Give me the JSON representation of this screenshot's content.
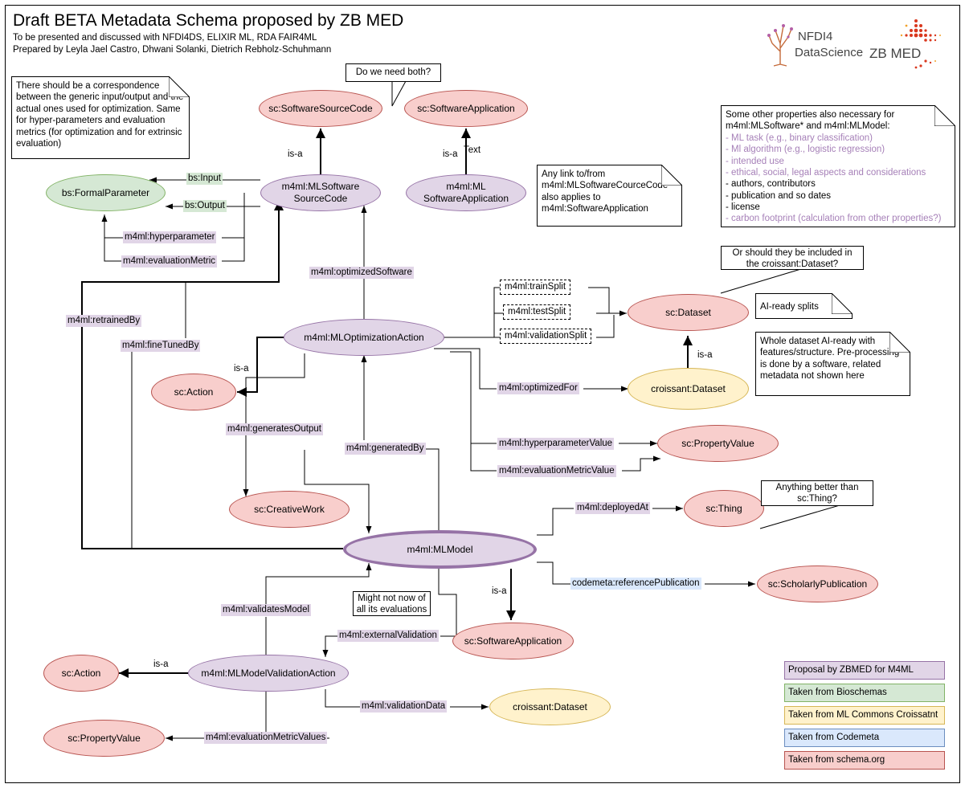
{
  "header": {
    "title": "Draft BETA Metadata Schema proposed by ZB MED",
    "subtitle1": "To be presented and discussed with NFDI4DS, ELIXIR ML, RDA FAIR4ML",
    "subtitle2": "Prepared by Leyla Jael Castro, Dhwani Solanki, Dietrich Rebholz-Schuhmann"
  },
  "logos": {
    "nfdi_line1": "NFDI4",
    "nfdi_line2": "DataScience",
    "zbmed": "ZB MED"
  },
  "colors": {
    "proposal_zbmed": "#e1d5e7",
    "bioschemas": "#d5e8d4",
    "croissant": "#fff2cc",
    "codemeta": "#dae8fc",
    "schemaorg": "#f8cecc"
  },
  "nodes": {
    "source_code": "sc:SoftwareSourceCode",
    "software_app_top": "sc:SoftwareApplication",
    "formal_parameter": "bs:FormalParameter",
    "ml_software_source_code": "m4ml:MLSoftware SourceCode",
    "ml_software_application": "m4ml:ML SoftwareApplication",
    "optimization_action": "m4ml:MLOptimizationAction",
    "action_mid": "sc:Action",
    "dataset": "sc:Dataset",
    "croissant_dataset_mid": "croissant:Dataset",
    "property_value_mid": "sc:PropertyValue",
    "creative_work": "sc:CreativeWork",
    "thing": "sc:Thing",
    "ml_model": "m4ml:MLModel",
    "scholarly_publication": "sc:ScholarlyPublication",
    "software_app_bottom": "sc:SoftwareApplication",
    "action_bottom": "sc:Action",
    "validation_action": "m4ml:MLModelValidationAction",
    "croissant_dataset_bottom": "croissant:Dataset",
    "property_value_bottom": "sc:PropertyValue"
  },
  "edges": {
    "is_a": "is-a",
    "text": "Text",
    "bs_input": "bs:Input",
    "bs_output": "bs:Output",
    "hyperparameter": "m4ml:hyperparameter",
    "evaluation_metric": "m4ml:evaluationMetric",
    "optimized_software": "m4ml:optimizedSoftware",
    "retrained_by": "m4ml:retrainedBy",
    "fine_tuned_by": "m4ml:fineTunedBy",
    "train_split": "m4ml:trainSplit",
    "test_split": "m4ml:testSplit",
    "validation_split": "m4ml:validationSplit",
    "optimized_for": "m4ml:optimizedFor",
    "generates_output": "m4ml:generatesOutput",
    "generated_by": "m4ml:generatedBy",
    "hyperparameter_value": "m4ml:hyperparameterValue",
    "evaluation_metric_value": "m4ml:evaluationMetricValue",
    "deployed_at": "m4ml:deployedAt",
    "reference_publication": "codemeta:referencePublication",
    "validates_model": "m4ml:validatesModel",
    "external_validation": "m4ml:externalValidation",
    "validation_data": "m4ml:validationData",
    "evaluation_metric_values": "m4ml:evaluationMetricValues"
  },
  "notes": {
    "correspondence": "There should be a correspondence between the generic input/output and the actual ones used for optimization. Same for hyper-parameters and evaluation metrics (for optimization and for extrinsic evaluation)",
    "any_link": "Any link to/from m4ml:MLSoftwareCourceCode also applies to m4ml:SoftwareApplication",
    "ai_ready_splits": "AI-ready splits",
    "whole_dataset": "Whole dataset AI-ready with features/structure. Pre-processing is done by a software, related metadata not shown here",
    "other_props_intro": "Some other properties also necessary for m4ml:MLSoftware* and m4ml:MLModel:",
    "other_props": [
      {
        "text": "- ML task (e.g., binary classification)",
        "proposed": true
      },
      {
        "text": "- Ml algorithm (e.g., logistic regression)",
        "proposed": true
      },
      {
        "text": "- intended use",
        "proposed": true
      },
      {
        "text": "- ethical, social, legal aspects and considerations",
        "proposed": true
      },
      {
        "text": "- authors, contributors",
        "proposed": false
      },
      {
        "text": "- publication and so dates",
        "proposed": false
      },
      {
        "text": "- license",
        "proposed": false
      },
      {
        "text": "- carbon footprint (calculation from other properties?)",
        "proposed": true
      }
    ]
  },
  "callouts": {
    "need_both": "Do we need both?",
    "included_dataset": "Or should they be included in the croissant:Dataset?",
    "better_thing": "Anything better than sc:Thing?",
    "might_not": "Might not now of all its evaluations"
  },
  "legend": {
    "proposal": "Proposal by ZBMED for M4ML",
    "bioschemas": "Taken from Bioschemas",
    "croissant": "Taken from ML Commons Croissatnt",
    "codemeta": "Taken from Codemeta",
    "schemaorg": "Taken from schema.org"
  }
}
